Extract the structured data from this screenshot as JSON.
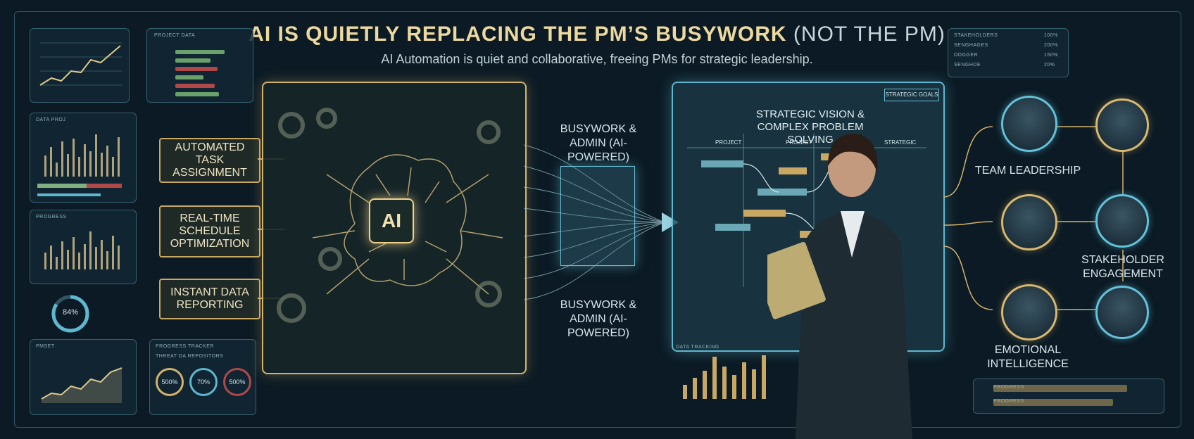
{
  "title": {
    "main": "AI IS QUIETLY REPLACING THE PM’S BUSYWORK",
    "paren": "(NOT THE PM)"
  },
  "subtitle": "AI Automation is quiet and collaborative, freeing PMs for strategic leadership.",
  "left_callouts": [
    {
      "label": "AUTOMATED TASK ASSIGNMENT"
    },
    {
      "label": "REAL-TIME SCHEDULE OPTIMIZATION"
    },
    {
      "label": "INSTANT DATA REPORTING"
    }
  ],
  "ai_chip": "AI",
  "busywork_top": "BUSYWORK & ADMIN (AI-POWERED)",
  "busywork_bottom": "BUSYWORK & ADMIN (AI-POWERED)",
  "strategic_board": {
    "title": "STRATEGIC VISION & COMPLEX PROBLEM SOLVING",
    "tag": "STRATEGIC GOALS",
    "columns": [
      "PROJECT",
      "PROJECT",
      "STRATEGIC"
    ]
  },
  "right_labels": {
    "team": "TEAM LEADERSHIP",
    "stakeholder": "STAKEHOLDER ENGAGEMENT",
    "emotional": "EMOTIONAL INTELLIGENCE"
  },
  "left_panels": {
    "project_data": "PROJECT DATA",
    "data_project": "DATA PROJ",
    "progress": "PROGRESS",
    "pmset": "PMSET",
    "progress_tracker": "PROGRESS TRACKER",
    "threat_repositories": "THREAT DA REPOSITORS",
    "gauge_value": "84%",
    "rings": [
      "500%",
      "70%",
      "500%"
    ]
  },
  "data_tracking": "DATA TRACKING",
  "stakeholders_panel": {
    "title": "STAKEHOLDERS",
    "rows": [
      {
        "label": "STAKEHOLDERS",
        "value": "100%"
      },
      {
        "label": "SENGHAGES",
        "value": "200%"
      },
      {
        "label": "DOGGER",
        "value": "150%"
      },
      {
        "label": "SENGHDE",
        "value": "20%"
      }
    ]
  },
  "bottom_right_rows": [
    "PROGRESS",
    "PROGRESS"
  ],
  "colors": {
    "gold": "#d4b26a",
    "cyan": "#5fb7cf",
    "bg": "#0b1a24"
  }
}
